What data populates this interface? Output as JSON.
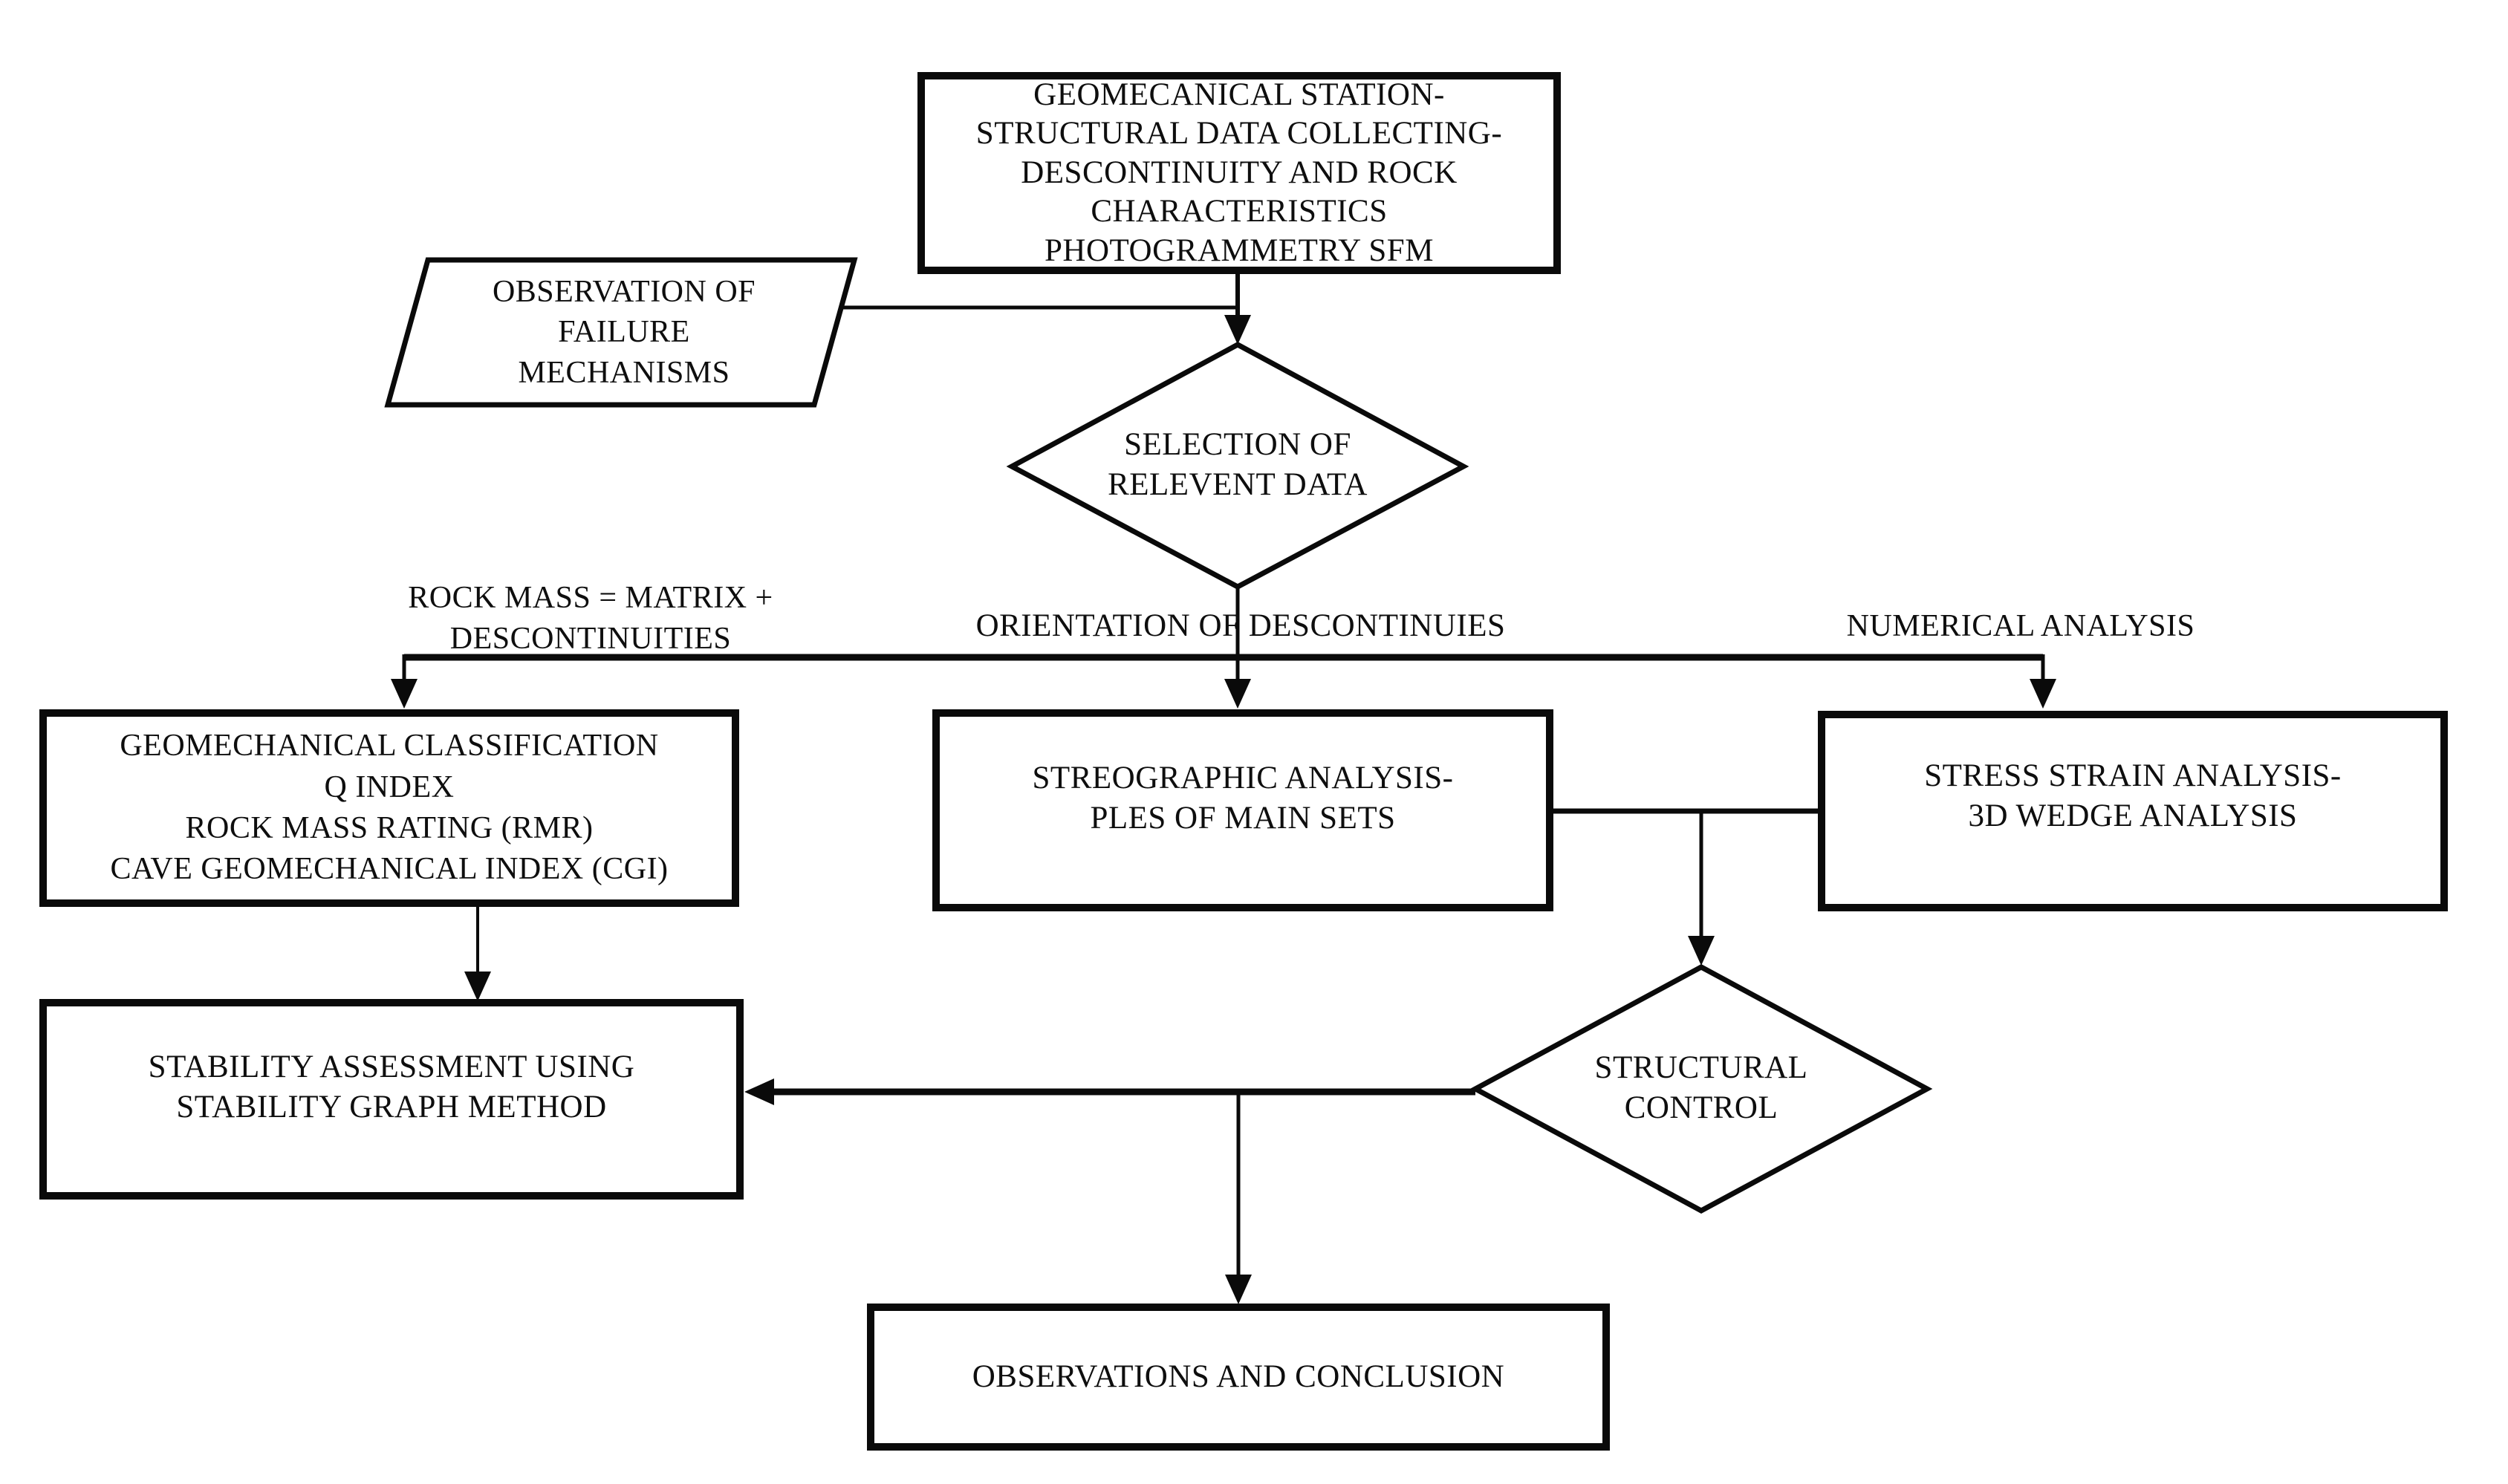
{
  "figure": {
    "title": "Geomechanical stability assessment workflow flowchart",
    "background_color": "#ffffff",
    "line_color": "#0a0a0a",
    "text_color": "#0e0e0e"
  },
  "nodes": {
    "data_collection": {
      "shape": "rectangle",
      "text": "GEOMECANICAL STATION-\nSTRUCTURAL DATA COLLECTING-\nDESCONTINUITY AND ROCK\nCHARACTERISTICS\nPHOTOGRAMMETRY SFM"
    },
    "observation_failure": {
      "shape": "parallelogram",
      "text": "OBSERVATION OF\nFAILURE\nMECHANISMS"
    },
    "selection_decision": {
      "shape": "diamond",
      "text": "SELECTION OF\nRELEVENT DATA"
    },
    "classification_box": {
      "shape": "rectangle",
      "text": "GEOMECHANICAL CLASSIFICATION\nQ INDEX\nROCK MASS RATING (RMR)\nCAVE GEOMECHANICAL INDEX (CGI)"
    },
    "stereographic_box": {
      "shape": "rectangle",
      "text": "STREOGRAPHIC ANALYSIS-\nPLES OF MAIN SETS"
    },
    "stress_strain_box": {
      "shape": "rectangle",
      "text": "STRESS STRAIN ANALYSIS-\n3D WEDGE ANALYSIS"
    },
    "structural_control_decision": {
      "shape": "diamond",
      "text": "STRUCTURAL\nCONTROL"
    },
    "stability_box": {
      "shape": "rectangle",
      "text": "STABILITY ASSESSMENT USING\nSTABILITY GRAPH METHOD"
    },
    "conclusion_box": {
      "shape": "rectangle",
      "text": "OBSERVATIONS AND CONCLUSION"
    }
  },
  "branch_labels": {
    "rock_mass": "ROCK MASS = MATRIX +\nDESCONTINUITIES",
    "orientation": "ORIENTATION OF DESCONTINUIES",
    "numerical": "NUMERICAL ANALYSIS"
  }
}
